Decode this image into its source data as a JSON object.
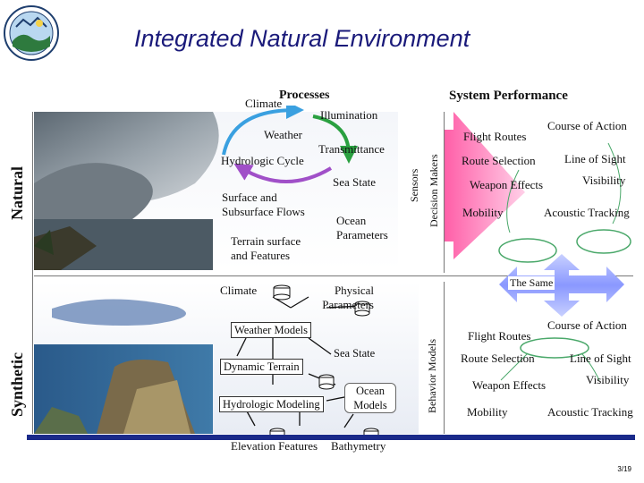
{
  "slide": {
    "title": "Integrated Natural Environment",
    "page_number": "3/19"
  },
  "natural": {
    "side_label": "Natural",
    "processes_header": "Processes",
    "performance_header": "System Performance",
    "processes": {
      "climate": "Climate",
      "illumination": "Illumination",
      "weather": "Weather",
      "transmittance": "Transmittance",
      "hydrologic_cycle": "Hydrologic Cycle",
      "sea_state": "Sea State",
      "surface_flows": "Surface and Subsurface Flows",
      "ocean_parameters": "Ocean Parameters",
      "terrain_features": "Terrain surface and Features"
    },
    "sensors": "Sensors",
    "decision_makers": "Decision Makers",
    "performance": {
      "course_of_action": "Course of Action",
      "flight_routes": "Flight Routes",
      "route_selection": "Route Selection",
      "line_of_sight": "Line of Sight",
      "visibility": "Visibility",
      "weapon_effects": "Weapon Effects",
      "mobility": "Mobility",
      "acoustic_tracking": "Acoustic Tracking"
    }
  },
  "link": {
    "the_same": "The Same"
  },
  "synthetic": {
    "side_label": "Synthetic",
    "models": {
      "climate": "Climate",
      "physical_parameters": "Physical Parameters",
      "weather_models": "Weather Models",
      "sea_state": "Sea State",
      "dynamic_terrain": "Dynamic Terrain",
      "hydrologic_modeling": "Hydrologic Modeling",
      "ocean_models": "Ocean Models",
      "elevation_features": "Elevation Features",
      "bathymetry": "Bathymetry"
    },
    "behavior_models": "Behavior Models",
    "performance": {
      "course_of_action": "Course of Action",
      "flight_routes": "Flight Routes",
      "route_selection": "Route Selection",
      "line_of_sight": "Line of Sight",
      "visibility": "Visibility",
      "weapon_effects": "Weapon Effects",
      "mobility": "Mobility",
      "acoustic_tracking": "Acoustic Tracking"
    }
  },
  "colors": {
    "title": "#1a1a7a",
    "cycle_blue": "#3aa0e0",
    "cycle_green": "#2aa040",
    "cycle_purple": "#a050c8",
    "arrow_pink": "#ff5fa8",
    "arrow_blue": "#9aa8ff",
    "footer_bar": "#1a2a8a"
  }
}
